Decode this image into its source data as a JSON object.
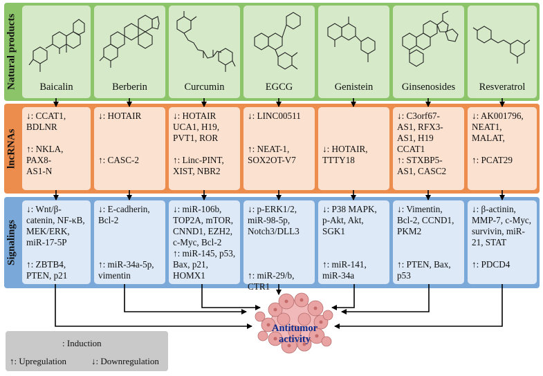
{
  "rows": {
    "natural_products": "Natural products",
    "lncrnas": "lncRNAs",
    "signalings": "Signalings"
  },
  "columns": [
    {
      "name": "Baicalin",
      "lncrnas": [
        "↓: CCAT1,",
        "BDLNR",
        "",
        "↑: NKLA,",
        "PAX8-",
        "AS1-N"
      ],
      "signaling": [
        "↓: Wnt/β-",
        "catenin, NF-κB,",
        "MEK/ERK,",
        "miR-17-5P",
        "",
        "↑: ZBTB4,",
        "PTEN, p21"
      ]
    },
    {
      "name": "Berberin",
      "lncrnas": [
        "↓: HOTAIR",
        "",
        "",
        "",
        "↑: CASC-2"
      ],
      "signaling": [
        "↓: E-cadherin,",
        "Bcl-2",
        "",
        "",
        "",
        "↑: miR-34a-5p,",
        "vimentin"
      ]
    },
    {
      "name": "Curcumin",
      "lncrnas": [
        "↓: HOTAIR",
        "UCA1, H19,",
        "PVT1, ROR",
        "",
        "↑: Linc-PINT,",
        "XIST, NBR2"
      ],
      "signaling": [
        "↓: miR-106b,",
        "TOP2A, mTOR,",
        "CNND1, EZH2,",
        "c-Myc, Bcl-2",
        "↑: miR-145, p53,",
        "Bax, p21,",
        "HOMX1"
      ]
    },
    {
      "name": "EGCG",
      "lncrnas": [
        "↓: LINC00511",
        "",
        "",
        "↑: NEAT-1,",
        "SOX2OT-V7"
      ],
      "signaling": [
        "↓: p-ERK1/2,",
        "miR-98-5p,",
        "Notch3/DLL3",
        "",
        "",
        "",
        "↑: miR-29/b,",
        "CTR1"
      ]
    },
    {
      "name": "Genistein",
      "lncrnas": [
        "",
        "",
        "",
        "↓: HOTAIR,",
        "TTTY18"
      ],
      "signaling": [
        "↓: P38 MAPK,",
        "p-Akt, Akt,",
        "SGK1",
        "",
        "",
        "↑: miR-141,",
        "miR-34a"
      ]
    },
    {
      "name": "Ginsenosides",
      "lncrnas": [
        "↓: C3orf67-",
        "AS1, RFX3-",
        "AS1, H19",
        "CCAT1",
        "↑: STXBP5-",
        "AS1, CASC2"
      ],
      "signaling": [
        "↓: Vimentin,",
        "Bcl-2, CCND1,",
        "PKM2",
        "",
        "",
        "↑: PTEN, Bax,",
        "p53"
      ]
    },
    {
      "name": "Resveratrol",
      "lncrnas": [
        "↓: AK001796,",
        "NEAT1,",
        "MALAT,",
        "",
        "↑: PCAT29"
      ],
      "signaling": [
        "↓: β-actinin,",
        "MMP-7, c-Myc,",
        "survivin, miR-",
        "21, STAT",
        "",
        "↑: PDCD4"
      ]
    }
  ],
  "target": {
    "line1": "Antitumor",
    "line2": "activity"
  },
  "legend": {
    "induction": ": Induction",
    "upregulation": "↑: Upregulation",
    "downregulation": "↓: Downregulation"
  },
  "colors": {
    "natural_products_band": "#8cc46a",
    "lncrnas_band": "#ec8d4e",
    "signalings_band": "#7aa8d8",
    "antitumor_text": "#0d2c8e",
    "tumor_cells": "#e9a3a3"
  }
}
